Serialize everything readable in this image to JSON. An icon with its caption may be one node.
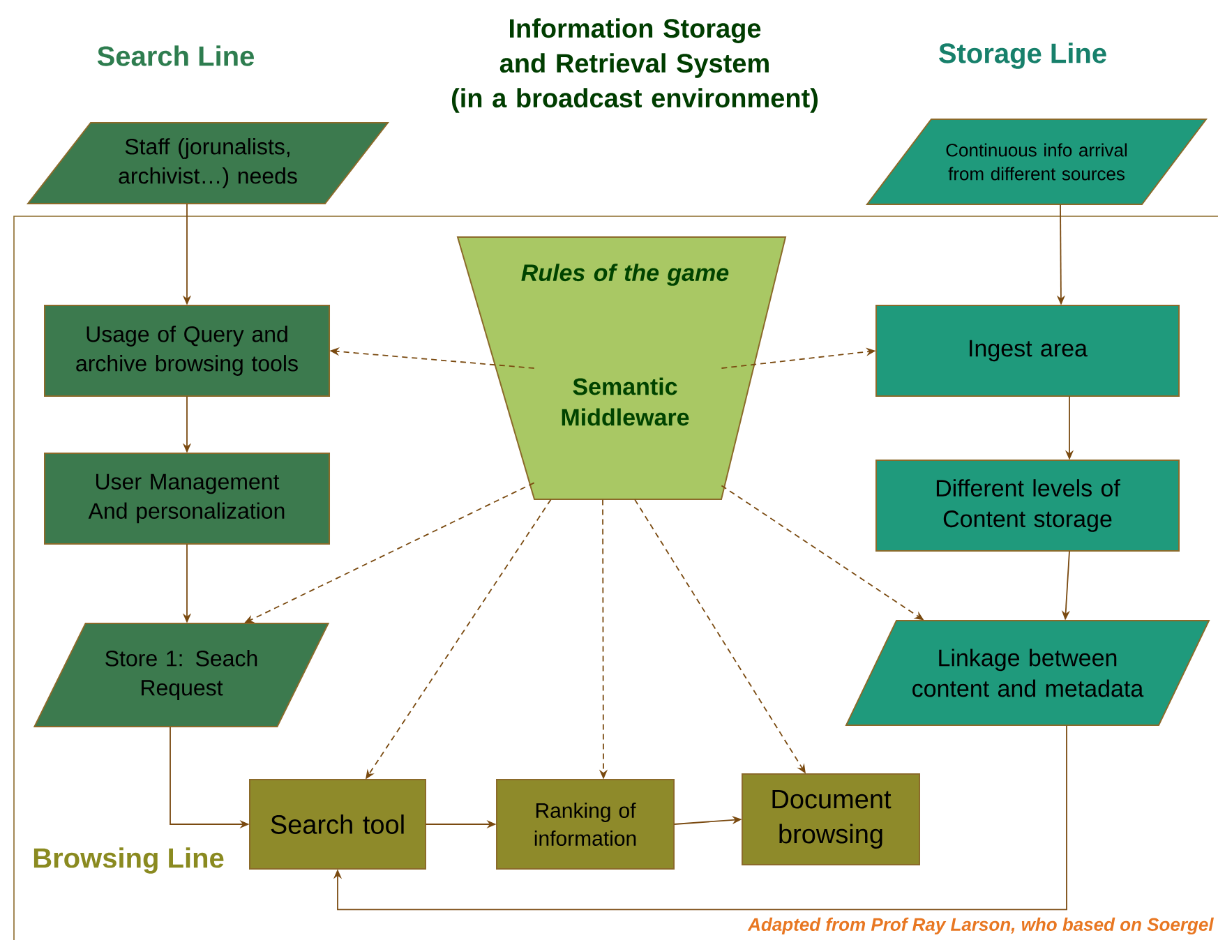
{
  "diagram": {
    "title": "Information Storage and Retrieval System (in a broadcast environment)",
    "caption": "Adapted from Prof Ray Larson, who based on Soergel",
    "nodes": [
      {
        "text": [
          "Staff (jorunalists, archivist…) needs"
        ]
      },
      {
        "text": [
          "Continuous info arrival from different sources"
        ]
      },
      {
        "text": [
          "Rules of the game",
          "Semantic Middleware"
        ]
      },
      {
        "text": [
          "Usage of Query and archive browsing tools"
        ]
      },
      {
        "text": [
          "Ingest area"
        ]
      },
      {
        "text": [
          "User Management And personalization"
        ]
      },
      {
        "text": [
          "Different levels of Content storage"
        ]
      },
      {
        "text": [
          "Store 1: Seach Request"
        ]
      },
      {
        "text": [
          "Linkage between content and metadata"
        ]
      },
      {
        "text": [
          "Search tool"
        ]
      },
      {
        "text": [
          "Ranking of information"
        ]
      },
      {
        "text": [
          "Document browsing"
        ]
      }
    ],
    "edges": [
      {
        "from": 0,
        "to": 3,
        "arrow": "to"
      },
      {
        "from": 3,
        "to": 5,
        "arrow": "to"
      },
      {
        "from": 5,
        "to": 7,
        "arrow": "to"
      },
      {
        "from": 7,
        "to": 9,
        "arrow": "to"
      },
      {
        "from": 1,
        "to": 4,
        "arrow": "to"
      },
      {
        "from": 4,
        "to": 6,
        "arrow": "to"
      },
      {
        "from": 6,
        "to": 8,
        "arrow": "to"
      },
      {
        "from": 8,
        "to": 9,
        "arrow": "to"
      },
      {
        "from": 9,
        "to": 10,
        "arrow": "to"
      },
      {
        "from": 10,
        "to": 11,
        "arrow": "to"
      },
      {
        "from": 2,
        "to": 3,
        "arrow": "to",
        "style": "dashed"
      },
      {
        "from": 2,
        "to": 4,
        "arrow": "to",
        "style": "dashed"
      },
      {
        "from": 2,
        "to": 7,
        "arrow": "to",
        "style": "dashed"
      },
      {
        "from": 2,
        "to": 9,
        "arrow": "to",
        "style": "dashed"
      },
      {
        "from": 2,
        "to": 10,
        "arrow": "to",
        "style": "dashed"
      },
      {
        "from": 2,
        "to": 11,
        "arrow": "to",
        "style": "dashed"
      },
      {
        "from": 2,
        "to": 8,
        "arrow": "to",
        "style": "dashed"
      }
    ],
    "labels": [
      "Search Line",
      "Storage Line",
      "Browsing Line"
    ]
  }
}
